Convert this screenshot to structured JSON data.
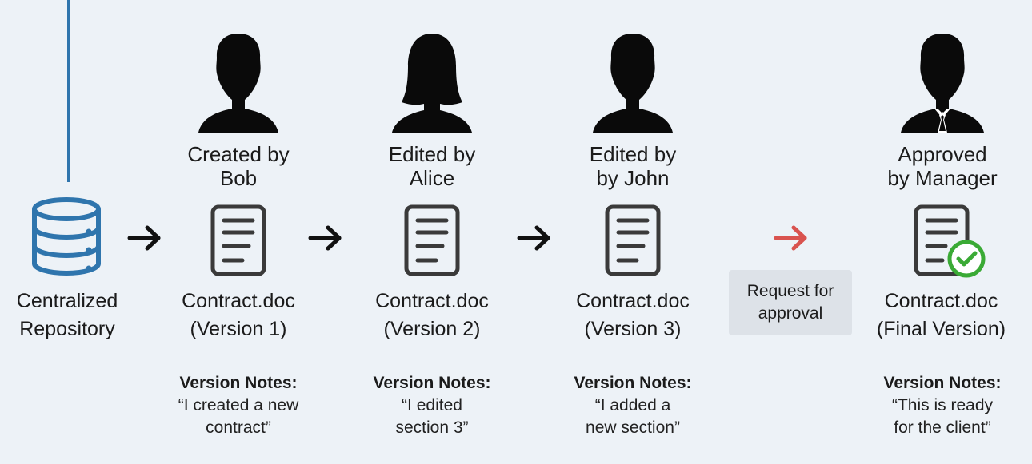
{
  "repository": {
    "label_line1": "Centralized",
    "label_line2": "Repository",
    "icon": "database-icon",
    "color": "#2f75ad"
  },
  "stages": [
    {
      "person": "Bob",
      "title_line1": "Created by",
      "title_line2": "Bob",
      "file_line1": "Contract.doc",
      "file_line2": "(Version 1)",
      "notes_label": "Version Notes:",
      "notes_line1": "“I created a new",
      "notes_line2": "contract”"
    },
    {
      "person": "Alice",
      "title_line1": "Edited by",
      "title_line2": "Alice",
      "file_line1": "Contract.doc",
      "file_line2": "(Version 2)",
      "notes_label": "Version Notes:",
      "notes_line1": "“I edited",
      "notes_line2": "section 3”"
    },
    {
      "person": "John",
      "title_line1": "Edited by",
      "title_line2": "by John",
      "file_line1": "Contract.doc",
      "file_line2": "(Version 3)",
      "notes_label": "Version Notes:",
      "notes_line1": "“I added a",
      "notes_line2": "new section”"
    },
    {
      "person": "Manager",
      "title_line1": "Approved",
      "title_line2": "by Manager",
      "file_line1": "Contract.doc",
      "file_line2": "(Final Version)",
      "notes_label": "Version Notes:",
      "notes_line1": "“This is ready",
      "notes_line2": "for the client”"
    }
  ],
  "request": {
    "line1": "Request for",
    "line2": "approval",
    "arrow_color": "#d9534f"
  },
  "colors": {
    "arrow": "#111111",
    "approved_check": "#3aaa35",
    "document": "#3a3a3a"
  }
}
